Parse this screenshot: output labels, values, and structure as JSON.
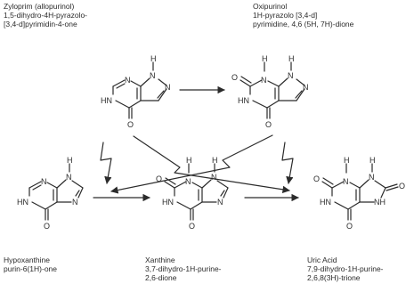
{
  "colors": {
    "ink": "#2b2b2b",
    "background": "#ffffff"
  },
  "compounds": {
    "zyloprim": {
      "name": "Zyloprim (allopurinol)",
      "iupac_1": "1,5-dihydro-4H-pyrazolo-",
      "iupac_2": "[3,4-d]pyrimidin-4-one"
    },
    "oxipurinol": {
      "name": "Oxipurinol",
      "iupac_1": "1H-pyrazolo [3,4-d]",
      "iupac_2": "pyrimidine, 4,6 (5H, 7H)-dione"
    },
    "hypoxanthine": {
      "name": "Hypoxanthine",
      "iupac_1": "purin-6(1H)-one"
    },
    "xanthine": {
      "name": "Xanthine",
      "iupac_1": "3,7-dihydro-1H-purine-",
      "iupac_2": "2,6-dione"
    },
    "uric_acid": {
      "name": "Uric Acid",
      "iupac_1": "7,9-dihydro-1H-purine-",
      "iupac_2": "2,6,8(3H)-trione"
    }
  },
  "atoms": {
    "H": "H",
    "N": "N",
    "NH": "NH",
    "HN": "HN",
    "O": "O"
  }
}
